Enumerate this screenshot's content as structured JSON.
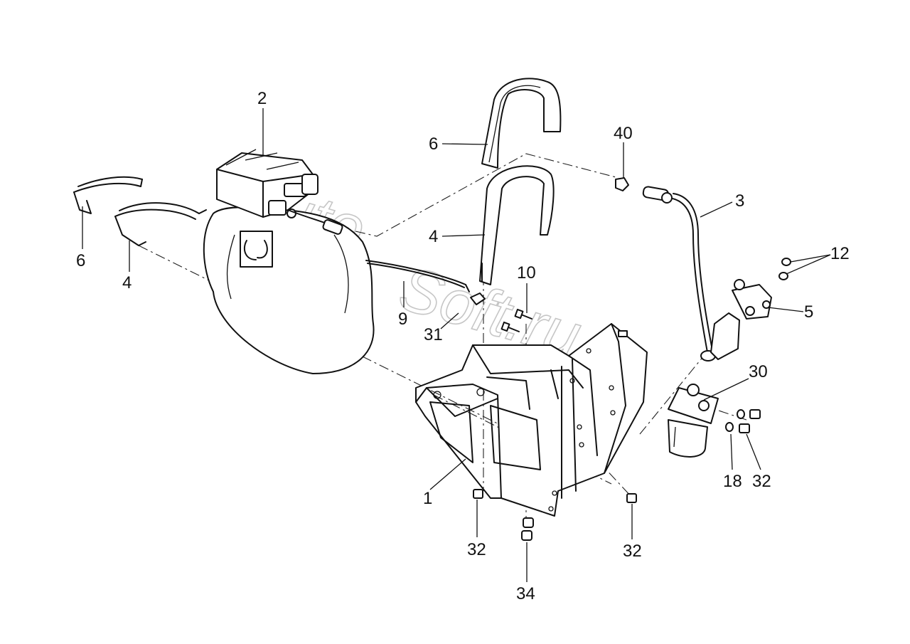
{
  "watermark": {
    "line1": "Auto",
    "line2": "Soft.ru"
  },
  "callouts": [
    {
      "id": "label-2",
      "text": "2"
    },
    {
      "id": "label-6-top",
      "text": "6"
    },
    {
      "id": "label-40",
      "text": "40"
    },
    {
      "id": "label-3",
      "text": "3"
    },
    {
      "id": "label-12",
      "text": "12"
    },
    {
      "id": "label-6-left",
      "text": "6"
    },
    {
      "id": "label-4-left",
      "text": "4"
    },
    {
      "id": "label-4-mid",
      "text": "4"
    },
    {
      "id": "label-10",
      "text": "10"
    },
    {
      "id": "label-5",
      "text": "5"
    },
    {
      "id": "label-9",
      "text": "9"
    },
    {
      "id": "label-31",
      "text": "31"
    },
    {
      "id": "label-30",
      "text": "30"
    },
    {
      "id": "label-1",
      "text": "1"
    },
    {
      "id": "label-18",
      "text": "18"
    },
    {
      "id": "label-32-right",
      "text": "32"
    },
    {
      "id": "label-32-bottom-left",
      "text": "32"
    },
    {
      "id": "label-32-bottom-right",
      "text": "32"
    },
    {
      "id": "label-34",
      "text": "34"
    }
  ]
}
